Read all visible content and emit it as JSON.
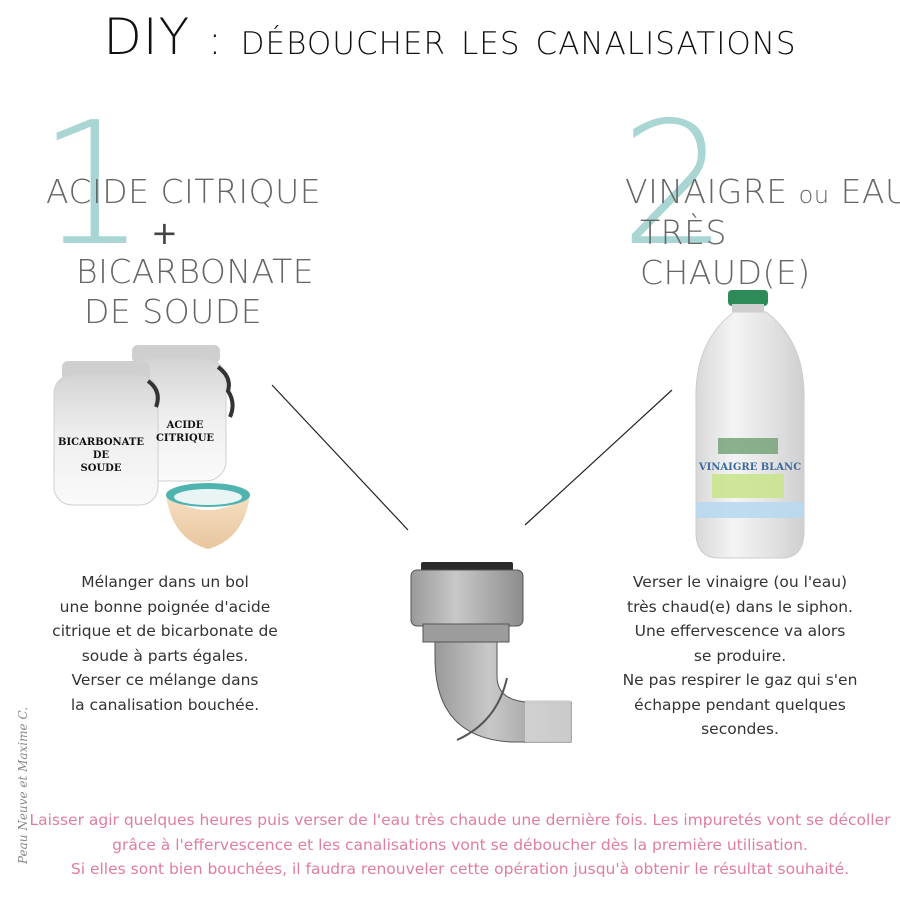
{
  "title": {
    "diy": "DIY",
    "separator": ":",
    "rest": "déboucher les canalisations"
  },
  "step1": {
    "number": "1",
    "line1": "Acide citrique",
    "plus": "+",
    "line2": "Bicarbonate",
    "line3": "de soude",
    "jar_left_label": [
      "BICARBONATE",
      "DE",
      "SOUDE"
    ],
    "jar_right_label": [
      "ACIDE",
      "CITRIQUE"
    ],
    "description": [
      "Mélanger dans un bol",
      "une bonne poignée d'acide",
      "citrique et de bicarbonate de",
      "soude à parts égales.",
      "Verser ce mélange dans",
      "la canalisation bouchée."
    ]
  },
  "step2": {
    "number": "2",
    "line1a": "Vinaigre",
    "line1b": "ou",
    "line1c": "eau",
    "line2": "très chaud(e)",
    "bottle_label": "VINAIGRE BLANC",
    "description": [
      "Verser le vinaigre (ou l'eau)",
      "très chaud(e) dans le siphon.",
      "Une effervescence va alors",
      "se produire.",
      "Ne pas respirer le gaz qui s'en",
      "échappe pendant quelques",
      "secondes."
    ]
  },
  "footer": [
    "Laisser agir quelques heures puis verser de l'eau très chaude une dernière fois. Les impuretés vont se décoller",
    "grâce à l'effervescence et les canalisations vont se déboucher dès la première utilisation.",
    "Si elles sont bien bouchées, il faudra renouveler cette opération jusqu'à obtenir le résultat souhaité."
  ],
  "signature": "Peau Neuve et Maxime C.",
  "colors": {
    "number": "#a9d6d2",
    "footer_text": "#e07e9e",
    "bottle_cap": "#2e8b57",
    "bottle_label_text": "#3d6b9e",
    "bowl_inside": "#4fb3b0",
    "bowl_outside": "#f3d9b8"
  }
}
